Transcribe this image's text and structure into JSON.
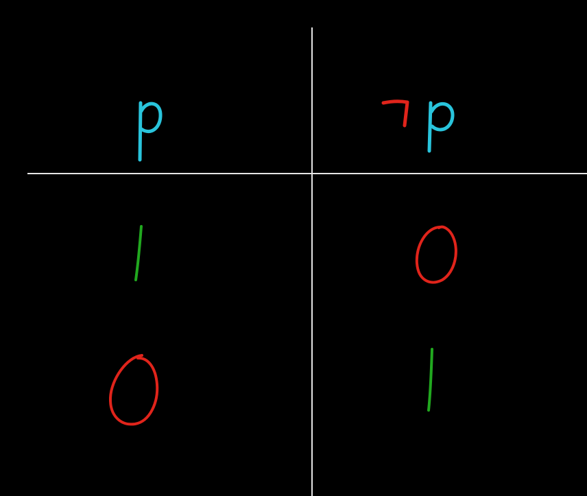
{
  "colors": {
    "background": "#000000",
    "grid_lines": "#e6e6e6",
    "variable_ink": "#29c4dc",
    "negation_ink": "#e0241b",
    "true_ink": "#21a81f",
    "false_ink": "#e0241b"
  },
  "truth_table": {
    "headers": [
      {
        "text": "p"
      },
      {
        "text": "¬p",
        "operator": "¬",
        "variable": "p"
      }
    ],
    "rows": [
      [
        "1",
        "0"
      ],
      [
        "0",
        "1"
      ]
    ]
  }
}
